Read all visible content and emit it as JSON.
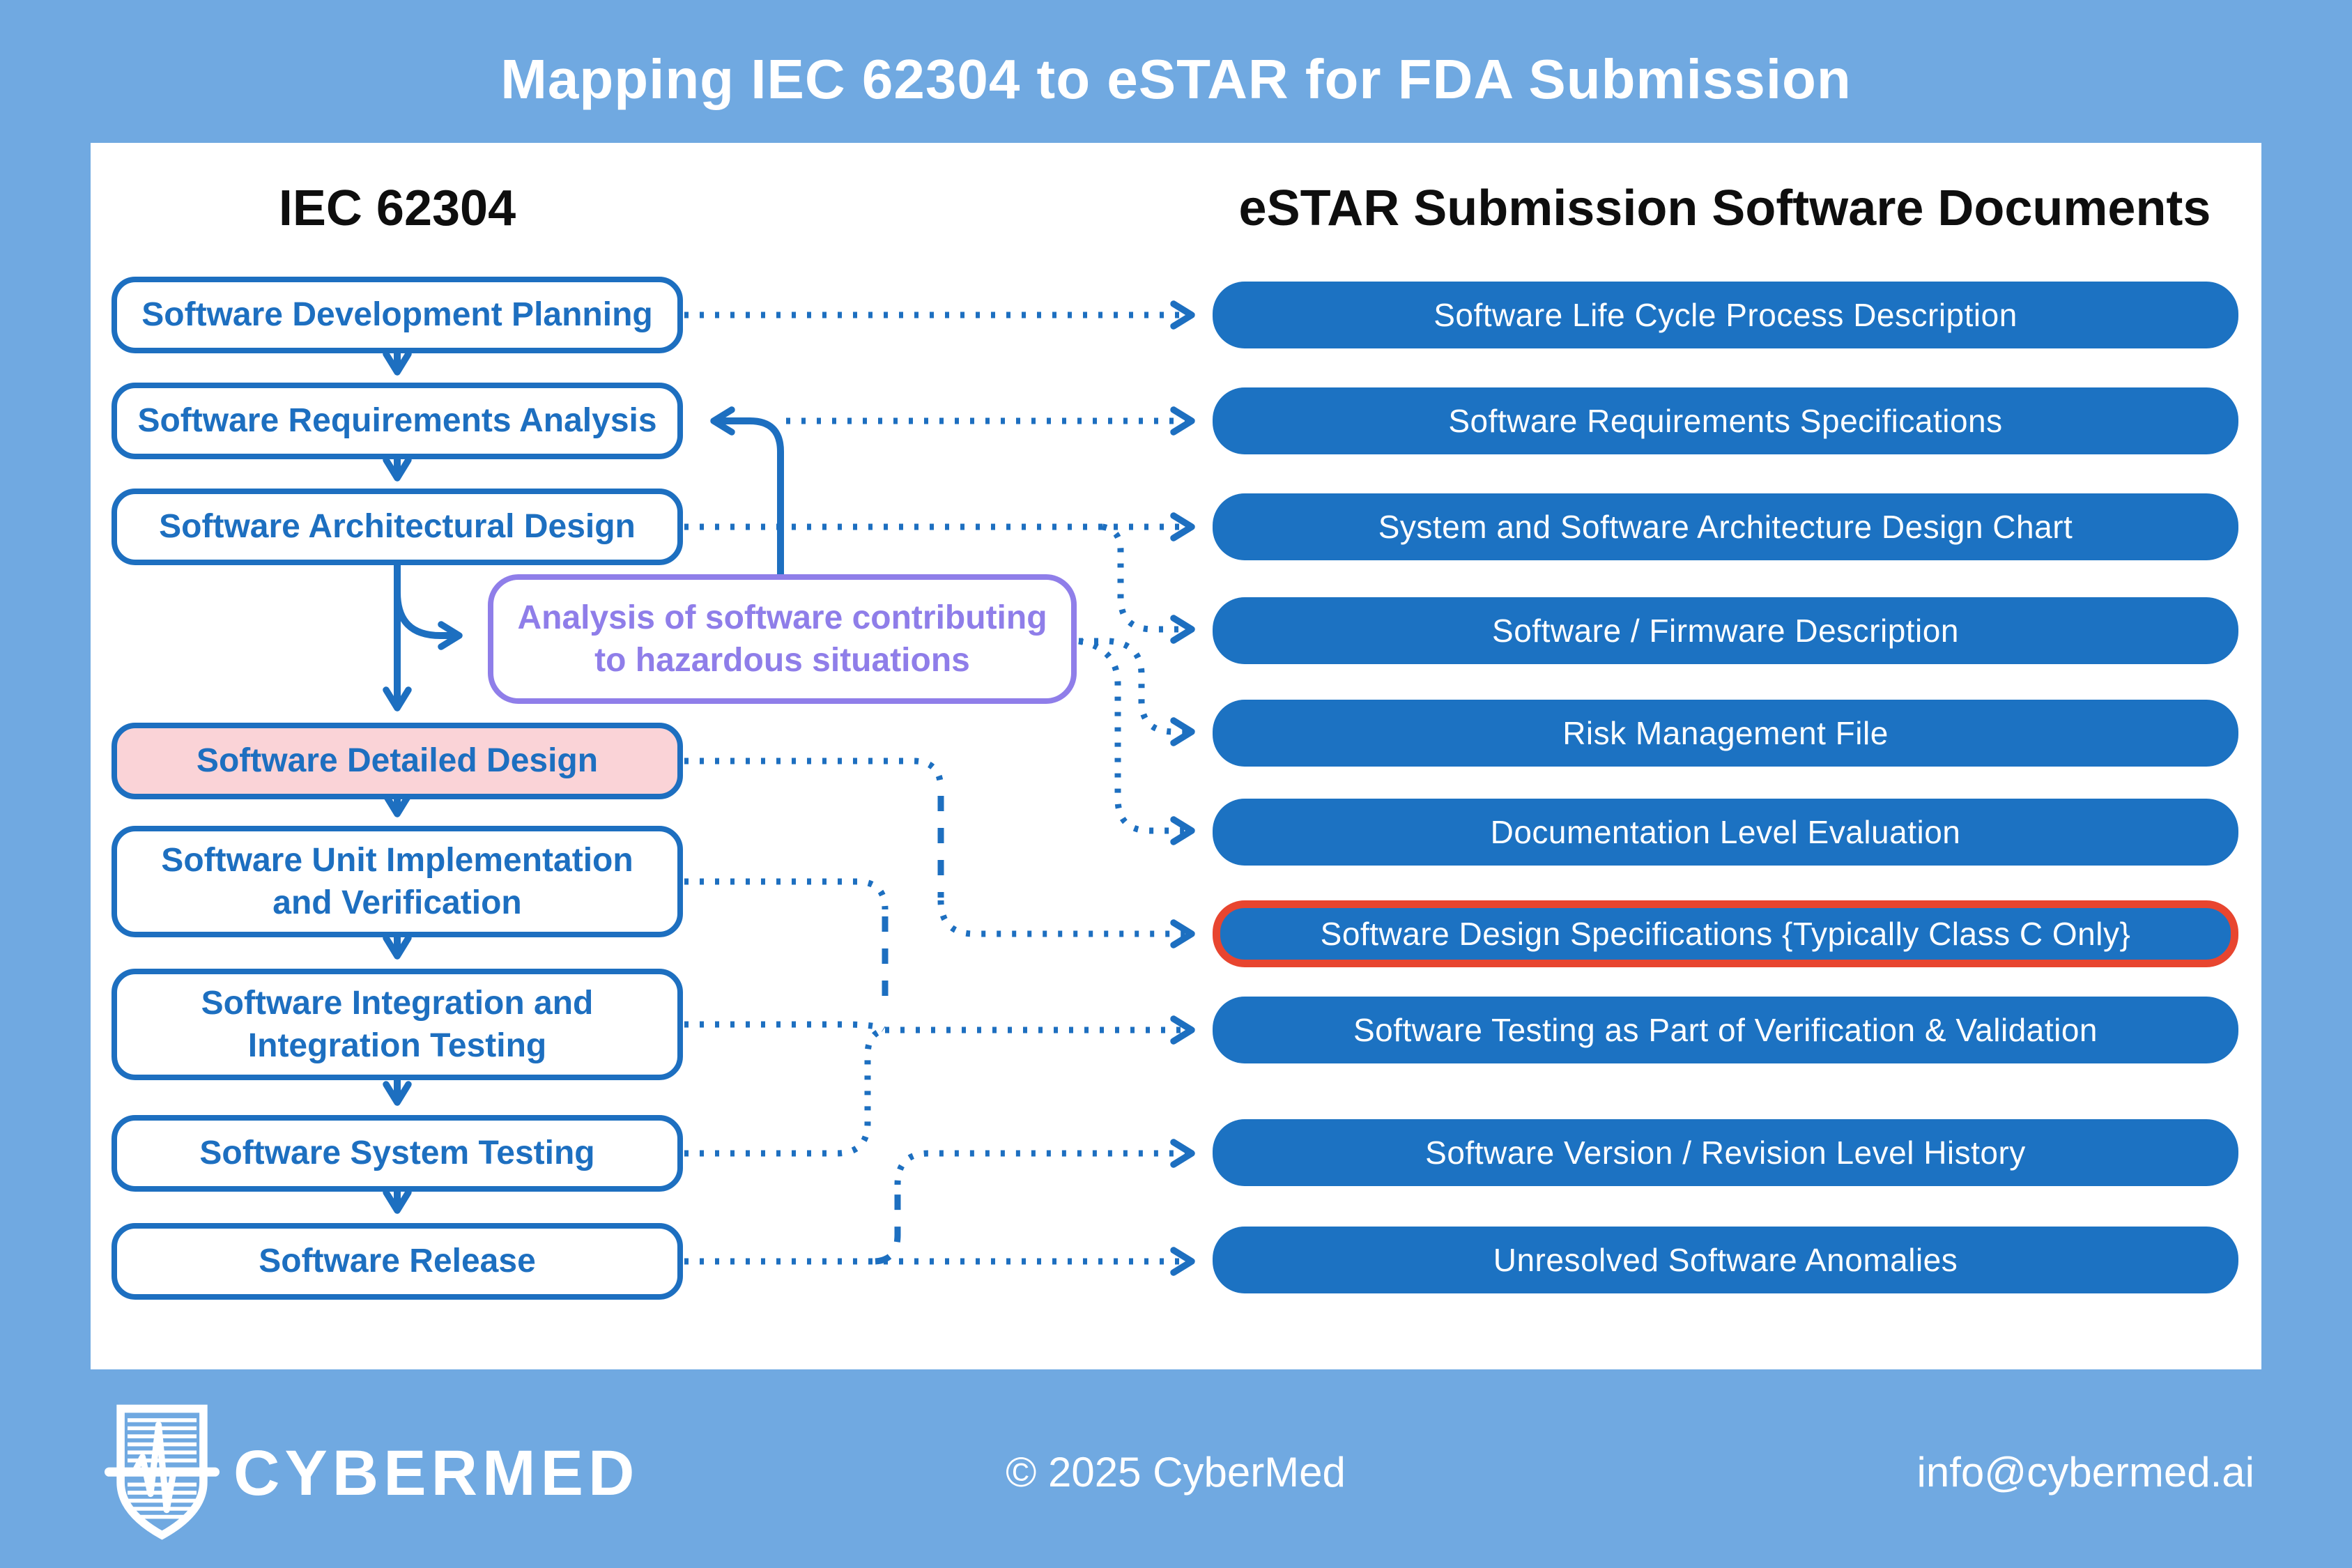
{
  "title": "Mapping IEC 62304 to eSTAR for FDA Submission",
  "columns": {
    "left_header": "IEC 62304",
    "right_header": "eSTAR Submission Software Documents"
  },
  "left": {
    "nodes": [
      {
        "label": "Software Development Planning",
        "style": "outline"
      },
      {
        "label": "Software Requirements Analysis",
        "style": "outline"
      },
      {
        "label": "Software Architectural Design",
        "style": "outline"
      },
      {
        "label": "Software Detailed Design",
        "style": "pink-filled"
      },
      {
        "label": "Software Unit Implementation and Verification",
        "style": "outline"
      },
      {
        "label": "Software Integration and Integration Testing",
        "style": "outline"
      },
      {
        "label": "Software System Testing",
        "style": "outline"
      },
      {
        "label": "Software Release",
        "style": "outline"
      }
    ],
    "hazard_note": {
      "label": "Analysis of software contributing to hazardous situations",
      "style": "purple-outline"
    }
  },
  "right": {
    "nodes": [
      {
        "label": "Software Life Cycle Process Description"
      },
      {
        "label": "Software Requirements Specifications"
      },
      {
        "label": "System and Software Architecture Design Chart"
      },
      {
        "label": "Software / Firmware Description"
      },
      {
        "label": "Risk Management File"
      },
      {
        "label": "Documentation Level Evaluation"
      },
      {
        "label": "Software Design Specifications {Typically Class C Only}",
        "highlight": "red-border"
      },
      {
        "label": "Software Testing as Part of Verification & Validation"
      },
      {
        "label": "Software Version / Revision Level History"
      },
      {
        "label": "Unresolved Software Anomalies"
      }
    ]
  },
  "connections": [
    {
      "from": "Software Development Planning",
      "to": "Software Life Cycle Process Description",
      "style": "dotted"
    },
    {
      "from": "Software Requirements Analysis",
      "to": "Software Requirements Specifications",
      "style": "dotted"
    },
    {
      "from": "Software Architectural Design",
      "to": "System and Software Architecture Design Chart",
      "style": "dotted"
    },
    {
      "from": "Software Architectural Design",
      "to": "Software / Firmware Description",
      "style": "dotted"
    },
    {
      "from": "Analysis of software contributing to hazardous situations",
      "to": "Software Requirements Analysis",
      "style": "solid"
    },
    {
      "from": "Analysis of software contributing to hazardous situations",
      "to": "Risk Management File",
      "style": "dotted"
    },
    {
      "from": "Analysis of software contributing to hazardous situations",
      "to": "Documentation Level Evaluation",
      "style": "dotted"
    },
    {
      "from": "Software Detailed Design",
      "to": "Software Design Specifications {Typically Class C Only}",
      "style": "dotted"
    },
    {
      "from": "Software Unit Implementation and Verification",
      "to": "Software Testing as Part of Verification & Validation",
      "style": "dotted"
    },
    {
      "from": "Software Integration and Integration Testing",
      "to": "Software Testing as Part of Verification & Validation",
      "style": "dotted"
    },
    {
      "from": "Software System Testing",
      "to": "Software Testing as Part of Verification & Validation",
      "style": "dotted"
    },
    {
      "from": "Software Release",
      "to": "Software Version / Revision Level History",
      "style": "dotted"
    },
    {
      "from": "Software Release",
      "to": "Unresolved Software Anomalies",
      "style": "dotted"
    },
    {
      "from": "Software Development Planning",
      "to": "Software Requirements Analysis",
      "style": "solid-flow"
    },
    {
      "from": "Software Requirements Analysis",
      "to": "Software Architectural Design",
      "style": "solid-flow"
    },
    {
      "from": "Software Architectural Design",
      "to": "Software Detailed Design",
      "style": "solid-flow"
    },
    {
      "from": "Software Architectural Design",
      "to": "Analysis of software contributing to hazardous situations",
      "style": "solid-flow"
    },
    {
      "from": "Software Detailed Design",
      "to": "Software Unit Implementation and Verification",
      "style": "solid-flow"
    },
    {
      "from": "Software Unit Implementation and Verification",
      "to": "Software Integration and Integration Testing",
      "style": "solid-flow"
    },
    {
      "from": "Software Integration and Integration Testing",
      "to": "Software System Testing",
      "style": "solid-flow"
    },
    {
      "from": "Software System Testing",
      "to": "Software Release",
      "style": "solid-flow"
    }
  ],
  "footer": {
    "brand": "CYBERMED",
    "copyright": "© 2025 CyberMed",
    "email": "info@cybermed.ai"
  },
  "colors": {
    "background": "#70A9E1",
    "panel": "#FFFFFF",
    "document_box_fill": "#1C72C2",
    "process_box_outline": "#1D6FC0",
    "connector_blue": "#1D6FC0",
    "hazard_purple": "#8F7EE9",
    "detailed_design_pink": "#FAD3D7",
    "class_c_red": "#E8452F",
    "title_text": "#FFFFFF",
    "header_text": "#0E0E0E"
  }
}
